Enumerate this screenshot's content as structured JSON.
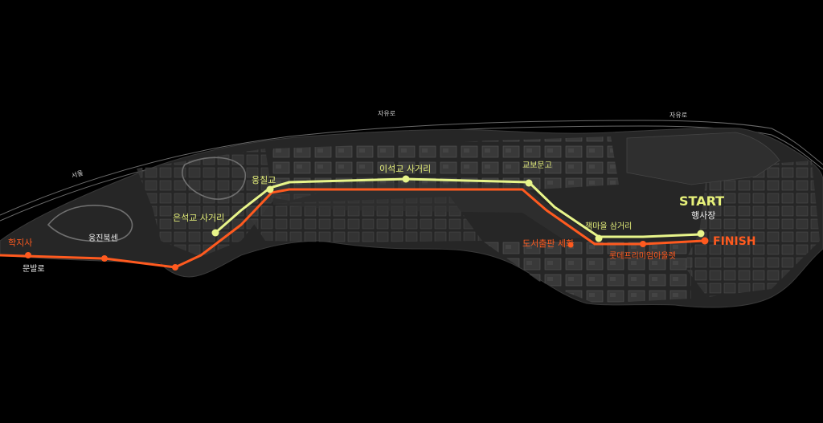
{
  "roads": {
    "top_a": "자유로",
    "top_b": "자유로",
    "west": "서울"
  },
  "route_markers": {
    "start": "START",
    "finish": "FINISH",
    "event_site": "행사장"
  },
  "stations": {
    "haksa": "학지사",
    "ungjin": "웅진북센",
    "munbal": "문발로",
    "eunseokgyo_cross": "은석교 사거리",
    "ungjilgyo": "웅칠교",
    "iseokgyo_cross": "이석교 사거리",
    "kyobo": "교보문고",
    "chaekmaeul": "책마을 삼거리",
    "doseo": "도서출판 세화",
    "lotte": "롯데프리미엄아울렛"
  },
  "colors": {
    "background": "#000000",
    "land": "#2a2a2a",
    "block": "#3a3a3a",
    "route_out": "#ff5a1f",
    "route_back": "#e8f58a",
    "label_yellow": "#e6f07a",
    "label_orange": "#ff5a1f",
    "label_white": "#f0f0f0"
  }
}
